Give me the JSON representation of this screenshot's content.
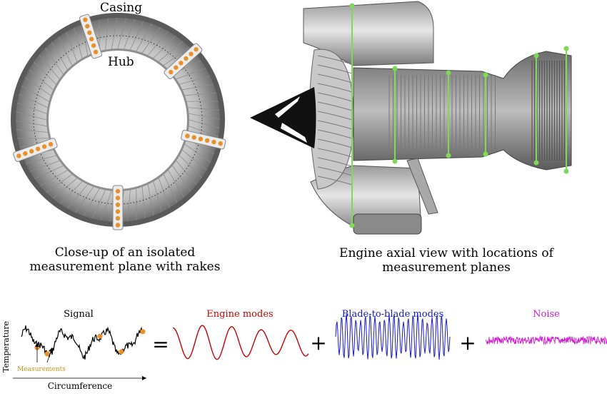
{
  "ring_diagram": {
    "casing_label": "Casing",
    "hub_label": "Hub",
    "caption_line1": "Close-up of an isolated",
    "caption_line2": "measurement plane with rakes"
  },
  "engine_diagram": {
    "caption_line1": "Engine axial view with locations of",
    "caption_line2": "measurement planes"
  },
  "decomposition": {
    "signal_title": "Signal",
    "y_axis_label": "Temperature",
    "x_axis_label": "Circumference",
    "measurements_label": "Measurements",
    "equals_symbol": "=",
    "plus_symbol": "+",
    "engine_modes_title": "Engine modes",
    "blade_modes_title": "Blade-to-blade modes",
    "noise_title": "Noise"
  },
  "colors": {
    "rake_dot": "#e8912b",
    "measurement_plane_line": "#7ed957",
    "engine_modes": "#cc0000",
    "blade_modes": "#1a1acc",
    "noise": "#d11ad1",
    "measurements_label": "#c8961e"
  }
}
